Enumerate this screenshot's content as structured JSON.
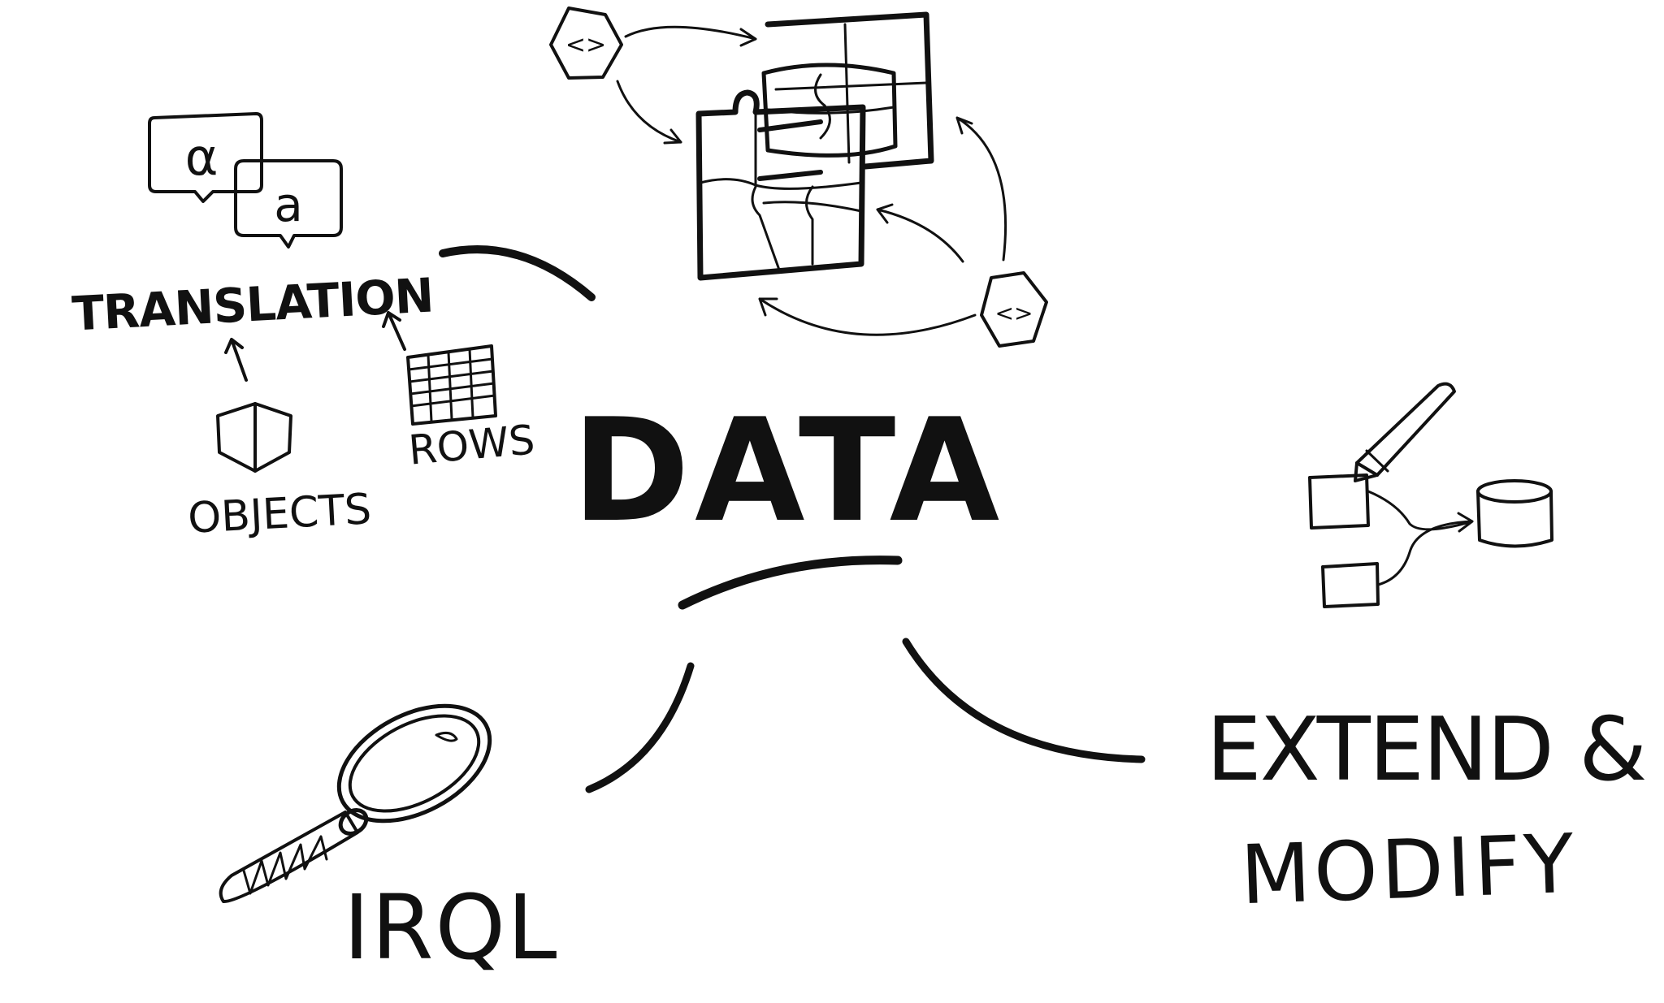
{
  "center": {
    "label": "DATA"
  },
  "translation": {
    "title": "TRANSLATION",
    "bubble_left": "α",
    "bubble_right": "a",
    "objects_label": "OBJECTS",
    "rows_label": "ROWS"
  },
  "query": {
    "label": "IRQL"
  },
  "extend": {
    "line1": "EXTEND &",
    "line2": "MODIFY"
  },
  "colors": {
    "ink": "#111111",
    "background": "#ffffff"
  }
}
